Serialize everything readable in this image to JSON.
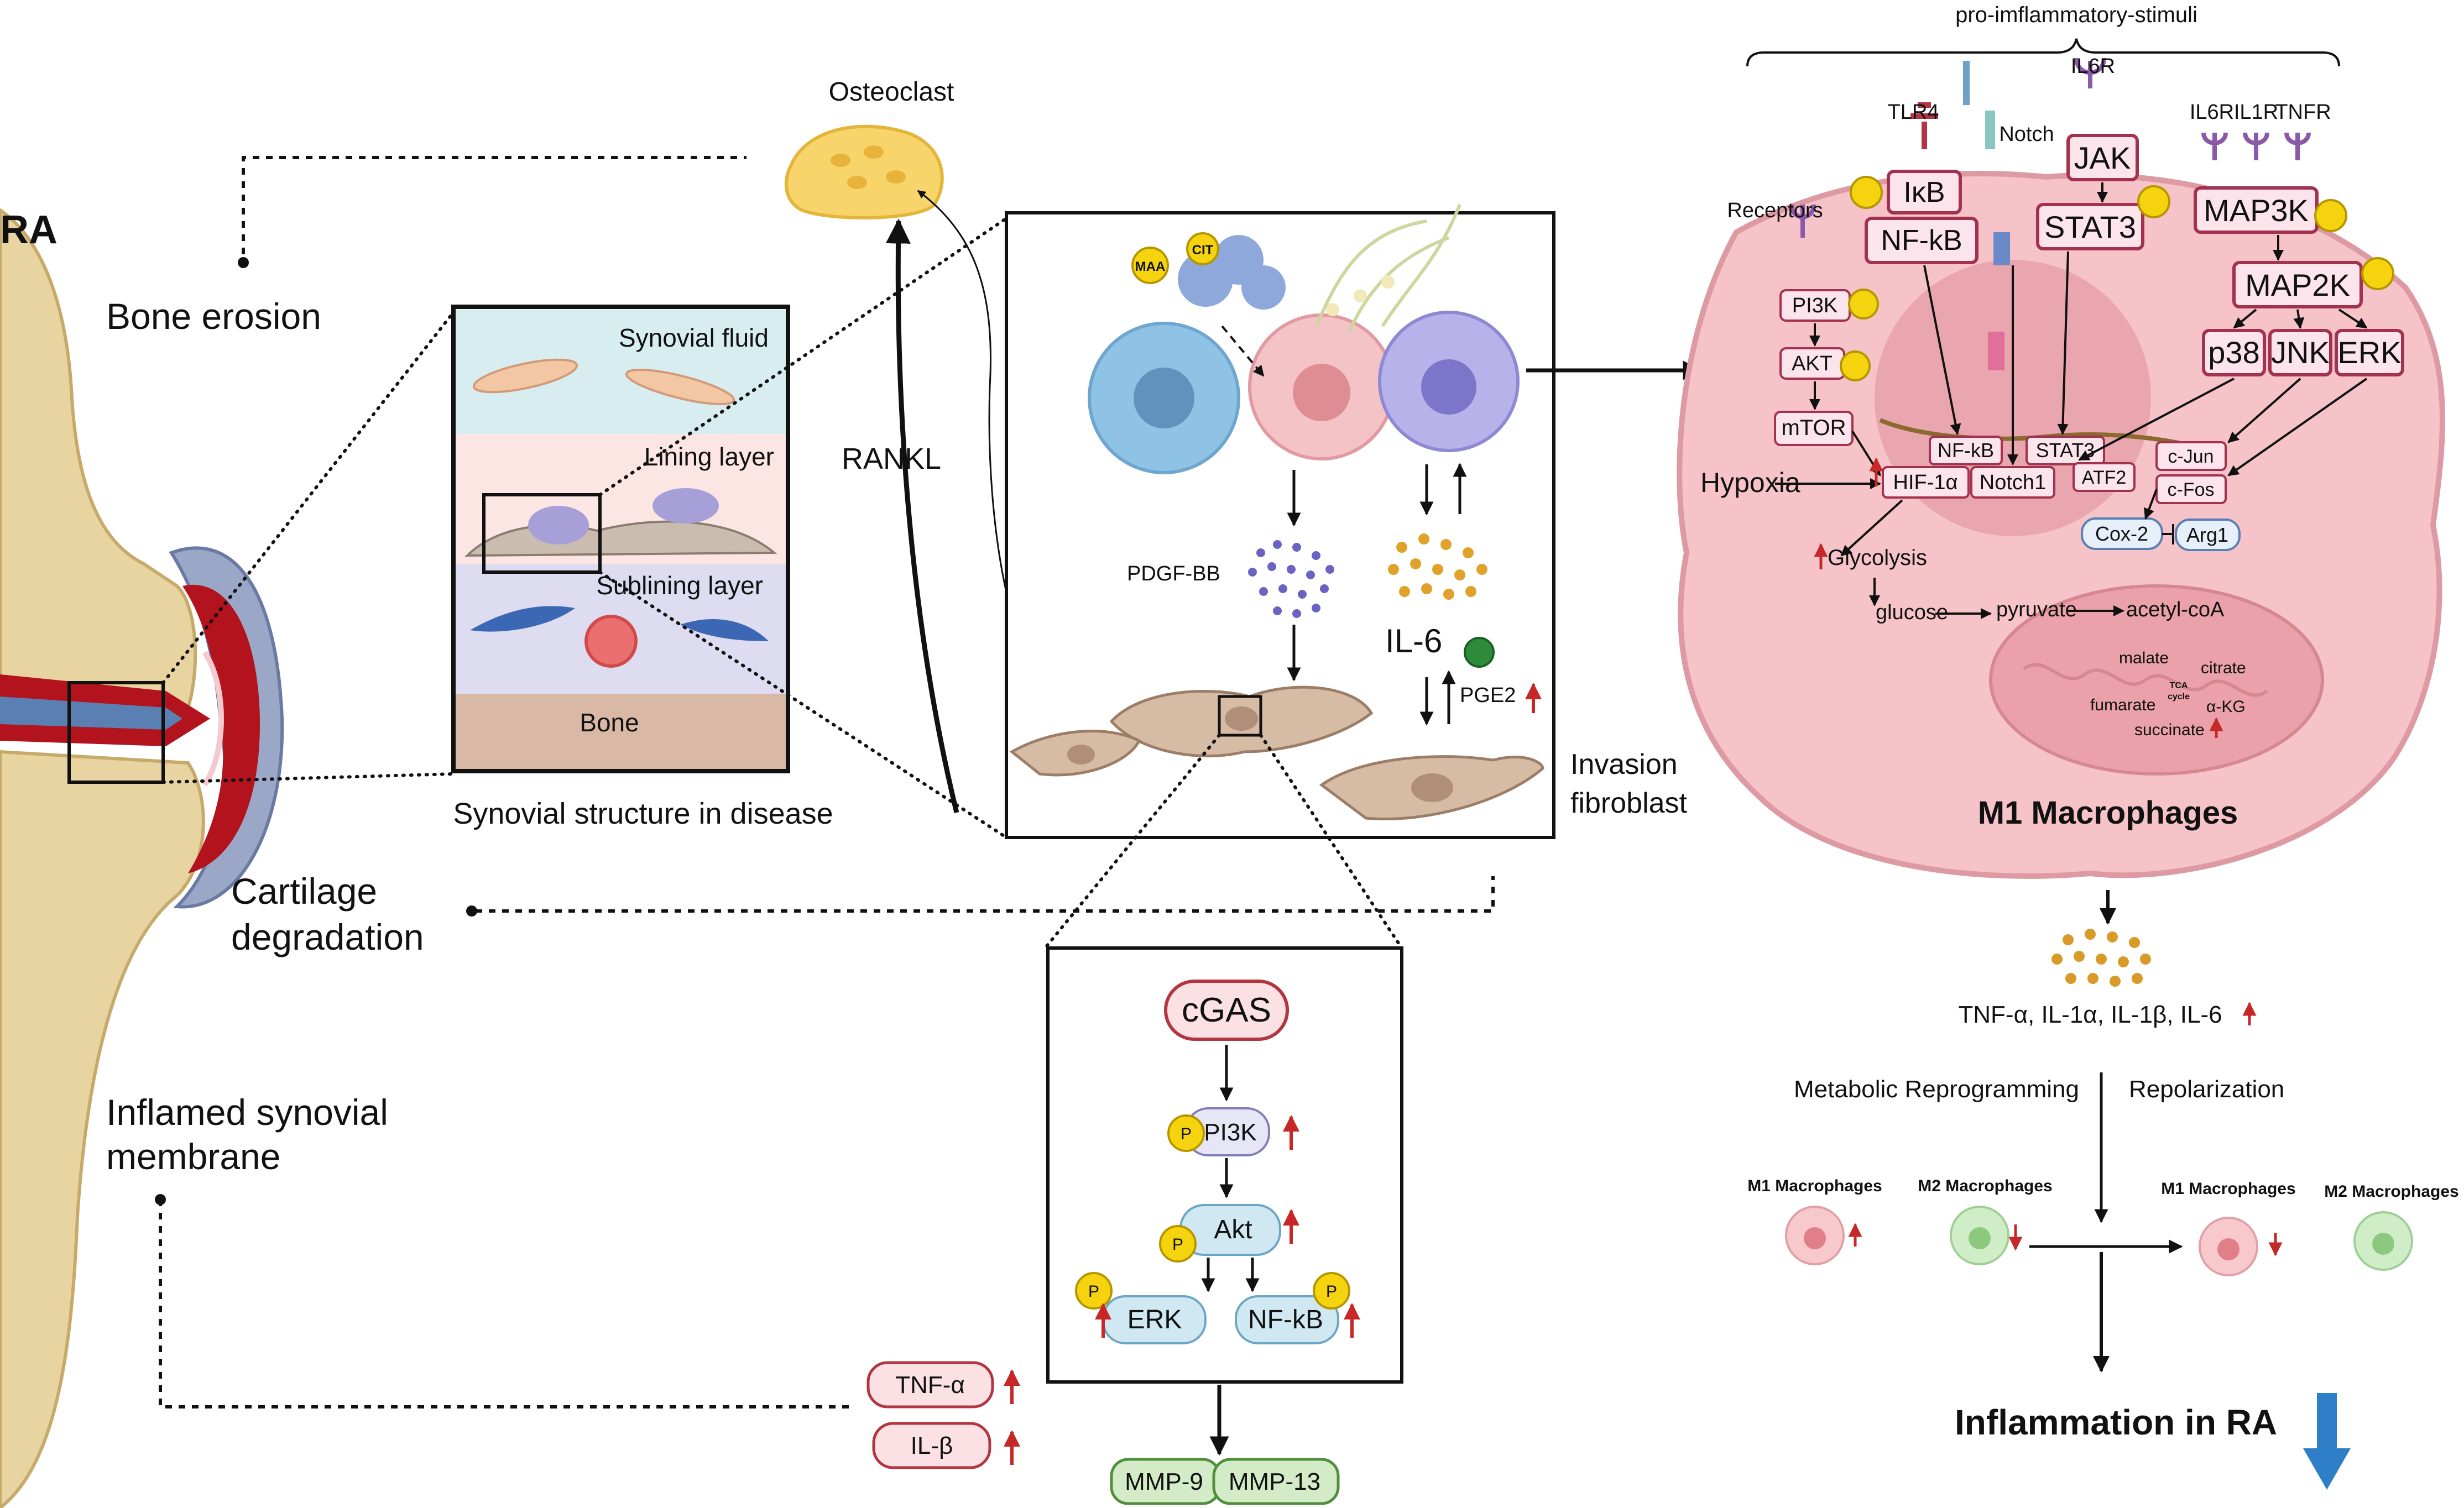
{
  "left": {
    "ra": "RA",
    "bone_erosion": "Bone erosion",
    "cartilage_degradation": [
      "Cartilage",
      "degradation"
    ],
    "inflamed_membrane": [
      "Inflamed synovial",
      "membrane"
    ]
  },
  "synovium": {
    "synovial_fluid": "Synovial fluid",
    "lining_layer": "Lining layer",
    "sublining_layer": "Sublining layer",
    "bone": "Bone",
    "caption": "Synovial structure in disease"
  },
  "center": {
    "osteoclast": "Osteoclast",
    "rankl": "RANKL",
    "maa": "MAA",
    "cit": "CIT",
    "pdgf": "PDGF-BB",
    "il6": "IL-6",
    "pge2": "PGE2",
    "invasion": [
      "Invasion",
      "fibroblast"
    ]
  },
  "pathway": {
    "cgas": "cGAS",
    "pi3k": "PI3K",
    "akt": "Akt",
    "erk": "ERK",
    "nfkb": "NF-kB",
    "p": "P",
    "mmp9": "MMP-9",
    "mmp13": "MMP-13",
    "tnfa": "TNF-α",
    "ilb": "IL-β"
  },
  "macrophage": {
    "stimuli": "pro-imflammatory-stimuli",
    "tlr4": "TLR4",
    "notch": "Notch",
    "il6r_top": "IL6R",
    "il6r": "IL6R",
    "il1r": "IL1R",
    "tnfr": "TNFR",
    "receptors": "Receptors",
    "ikb": "IκB",
    "nfkb": "NF-kB",
    "jak": "JAK",
    "stat3": "STAT3",
    "map3k": "MAP3K",
    "map2k": "MAP2K",
    "p38": "p38",
    "jnk": "JNK",
    "erk": "ERK",
    "pi3k": "PI3K",
    "akt": "AKT",
    "mtor": "mTOR",
    "hypoxia": "Hypoxia",
    "hif1a": "HIF-1α",
    "notch1": "Notch1",
    "nfkb_n": "NF-kB",
    "stat3_n": "STAT3",
    "atf2": "ATF2",
    "cjun": "c-Jun",
    "cfos": "c-Fos",
    "cox2": "Cox-2",
    "arg1": "Arg1",
    "glycolysis": "Glycolysis",
    "glucose": "glucose",
    "pyruvate": "pyruvate",
    "acetylcoa": "acetyl-coA",
    "malate": "malate",
    "citrate": "citrate",
    "tca": [
      "TCA",
      "cycle"
    ],
    "fumarate": "fumarate",
    "akg": "α-KG",
    "succinate": "succinate",
    "title": "M1 Macrophages"
  },
  "bottom_right": {
    "cytokines": "TNF-α, IL-1α, IL-1β, IL-6",
    "metabolic": "Metabolic Reprogramming",
    "repolarization": "Repolarization",
    "m1_left": "M1 Macrophages",
    "m2_left": "M2 Macrophages",
    "m1_right": "M1 Macrophages",
    "m2_right": "M2 Macrophages",
    "inflammation": "Inflammation in  RA"
  },
  "colors": {
    "accent_red": "#c62828",
    "pathway_border": "#a3324e",
    "pathway_fill": "#fbe4ec",
    "phospho": "#f5d40f",
    "cell_pink": "#f5c3c8",
    "arrow_blue": "#2f7fc8"
  }
}
